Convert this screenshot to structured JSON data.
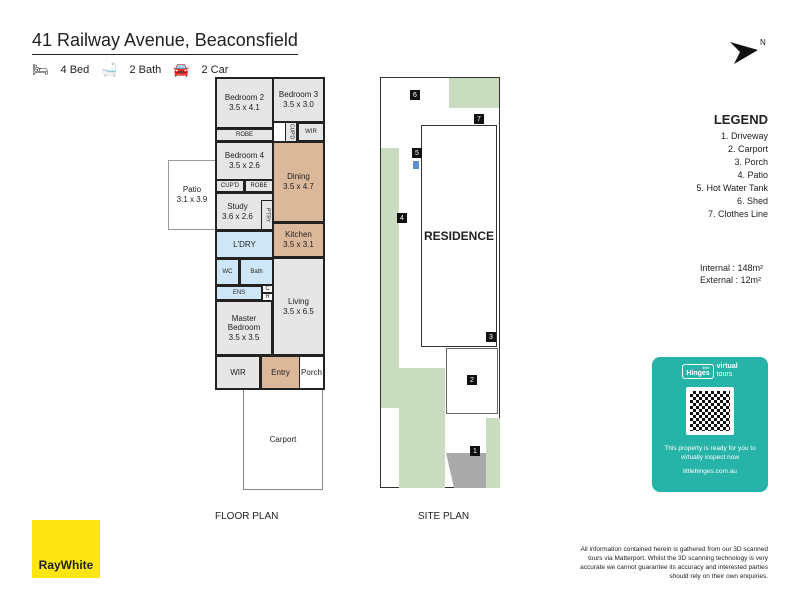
{
  "header": {
    "title": "41 Railway Avenue, Beaconsfield",
    "bed": "4 Bed",
    "bath": "2 Bath",
    "car": "2 Car"
  },
  "compass": "N",
  "floor_plan": {
    "label": "FLOOR PLAN",
    "rooms": {
      "bed2": "Bedroom 2",
      "bed2_size": "3.5 x 4.1",
      "bed3": "Bedroom 3",
      "bed3_size": "3.5 x 3.0",
      "robe1": "ROBE",
      "cupd1": "CUP'D",
      "wir1": "WIR",
      "bed4": "Bedroom 4",
      "bed4_size": "3.5 x 2.6",
      "cupd2": "CUP'D",
      "robe2": "ROBE",
      "dining": "Dining",
      "dining_size": "3.5 x 4.7",
      "patio": "Patio",
      "patio_size": "3.1 x 3.9",
      "study": "Study",
      "study_size": "3.6 x 2.6",
      "ptry": "P'TRY",
      "kitchen": "Kitchen",
      "kitchen_size": "3.5 x 3.1",
      "ldry": "L'DRY",
      "bath": "Bath",
      "wc": "WC",
      "ens": "ENS",
      "c": "C",
      "r": "R",
      "living": "Living",
      "living_size": "3.5 x 6.5",
      "master": "Master Bedroom",
      "master_size": "3.5 x 3.5",
      "wir2": "WIR",
      "entry": "Entry",
      "porch": "Porch",
      "carport": "Carport"
    }
  },
  "site_plan": {
    "label": "SITE PLAN",
    "residence": "RESIDENCE",
    "markers": [
      "1",
      "2",
      "3",
      "4",
      "5",
      "6",
      "7"
    ]
  },
  "legend": {
    "title": "LEGEND",
    "items": [
      "1. Driveway",
      "2. Carport",
      "3. Porch",
      "4. Patio",
      "5. Hot Water Tank",
      "6. Shed",
      "7. Clothes Line"
    ],
    "internal_label": "Internal",
    "internal_value": "148m²",
    "external_label": "External",
    "external_value": "12m²"
  },
  "tour": {
    "brand": "Hinges",
    "brand_small": "little",
    "virtual": "virtual",
    "tours": "tours",
    "text": "This property is ready for you to virtually inspect now",
    "url": "littlehinges.com.au",
    "color": "#26b3a8"
  },
  "brand": {
    "name": "RayWhite",
    "color": "#ffe512"
  },
  "disclaimer": "All information contained herein is gathered from our 3D scanned tours via Matterport. Whilst the 3D scanning technology is very accurate we cannot guarantee its accuracy and interested parties should rely on their own enquiries."
}
